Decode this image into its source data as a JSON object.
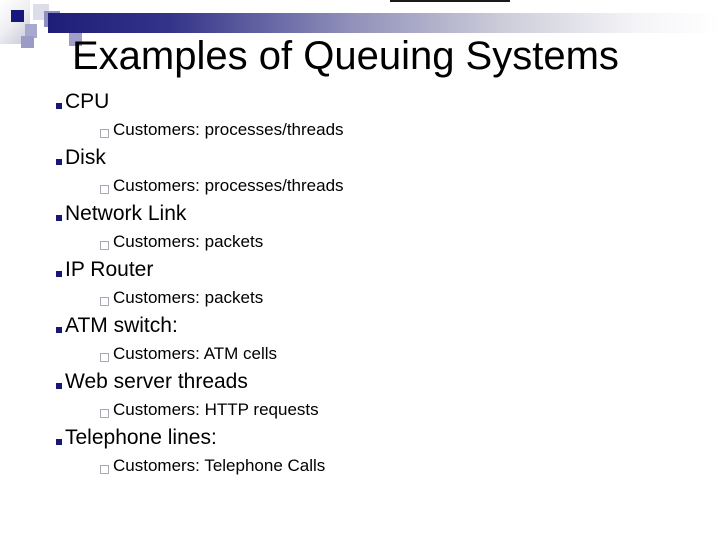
{
  "slide": {
    "title": "Examples of Queuing Systems",
    "bullets": [
      {
        "label": "CPU",
        "sub_label": "Customers: processes/threads"
      },
      {
        "label": "Disk",
        "sub_label": "Customers: processes/threads"
      },
      {
        "label": "Network Link",
        "sub_label": "Customers: packets"
      },
      {
        "label": "IP Router",
        "sub_label": "Customers: packets"
      },
      {
        "label": "ATM switch:",
        "sub_label": "Customers: ATM cells"
      },
      {
        "label": "Web server threads",
        "sub_label": "Customers: HTTP requests"
      },
      {
        "label": "Telephone lines:",
        "sub_label": "Customers: Telephone Calls"
      }
    ],
    "icons": {
      "level1_bullet": "filled-square",
      "level2_bullet": "hollow-square"
    },
    "colors": {
      "accent_navy": "#16167c",
      "bar_gradient_start": "#1e1e78",
      "lavender_pale": "#dddde9",
      "lavender_mid": "#9f9fc9",
      "title_color": "#000000",
      "background": "#ffffff"
    }
  }
}
